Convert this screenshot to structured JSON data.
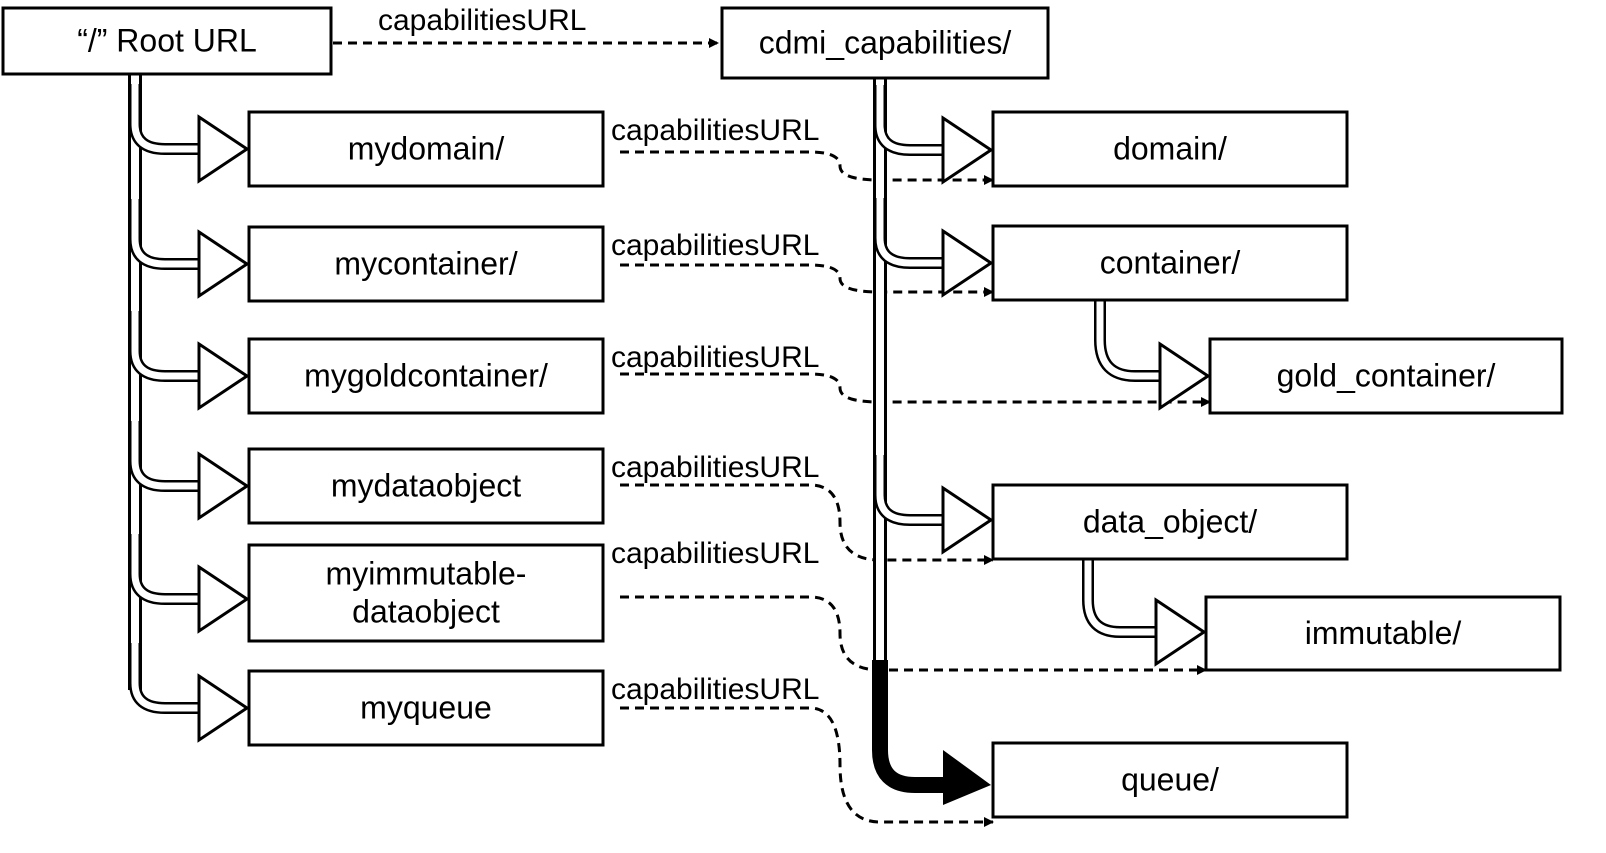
{
  "diagram": {
    "root": {
      "label": "“/” Root URL"
    },
    "capabilities_root": {
      "label": "cdmi_capabilities/"
    },
    "root_link_label": "capabilitiesURL",
    "objects": [
      {
        "lines": [
          "mydomain/"
        ],
        "link_label": "capabilitiesURL"
      },
      {
        "lines": [
          "mycontainer/"
        ],
        "link_label": "capabilitiesURL"
      },
      {
        "lines": [
          "mygoldcontainer/"
        ],
        "link_label": "capabilitiesURL"
      },
      {
        "lines": [
          "mydataobject"
        ],
        "link_label": "capabilitiesURL"
      },
      {
        "lines": [
          "myimmutable-",
          "dataobject"
        ],
        "link_label": "capabilitiesURL"
      },
      {
        "lines": [
          "myqueue"
        ],
        "link_label": "capabilitiesURL"
      }
    ],
    "capabilities": [
      {
        "label": "domain/"
      },
      {
        "label": "container/"
      },
      {
        "label": "gold_container/"
      },
      {
        "label": "data_object/"
      },
      {
        "label": "immutable/"
      },
      {
        "label": "queue/"
      }
    ]
  }
}
